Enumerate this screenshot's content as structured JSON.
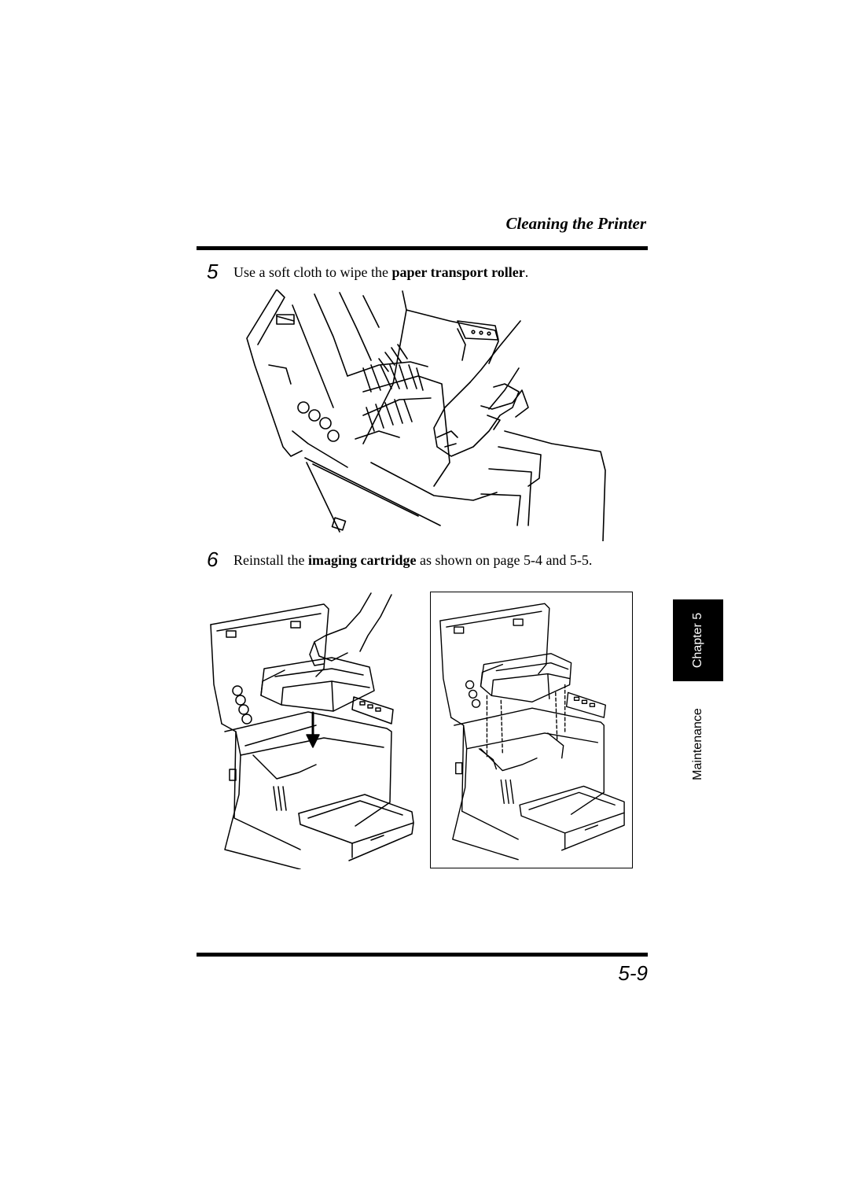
{
  "header": {
    "section_title": "Cleaning the Printer"
  },
  "steps": [
    {
      "number": "5",
      "text_before": "Use a soft cloth to wipe the ",
      "bold": "paper transport roller",
      "text_after": "."
    },
    {
      "number": "6",
      "text_before": "Reinstall the ",
      "bold": "imaging cartridge",
      "text_after": " as shown on page 5-4 and 5-5."
    }
  ],
  "side_tab": {
    "chapter": "Chapter 5",
    "label": "Maintenance"
  },
  "footer": {
    "page_number": "5-9"
  }
}
